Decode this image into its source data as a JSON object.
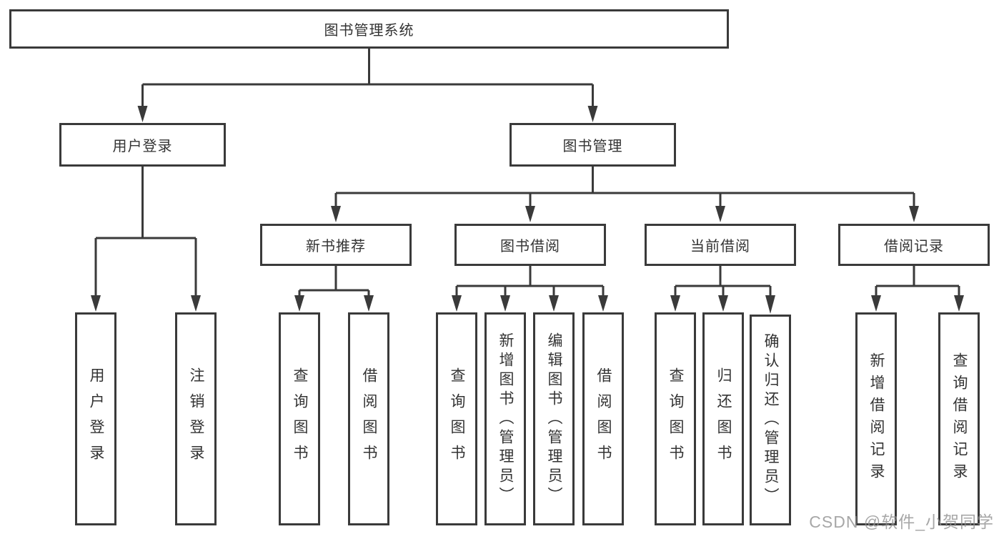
{
  "diagram_title": "图书管理系统",
  "watermark": {
    "text": "CSDN @软件_小贺同学"
  },
  "colors": {
    "line": "#3a3a3a",
    "box_border": "#3a3a3a",
    "box_fill": "#ffffff",
    "text": "#333333",
    "watermark": "#919191",
    "background": "#ffffff"
  },
  "tree": {
    "root": {
      "label": "图书管理系统",
      "children": [
        {
          "label": "用户登录",
          "children": [
            {
              "label": "用户登录"
            },
            {
              "label": "注销登录"
            }
          ]
        },
        {
          "label": "图书管理",
          "children": [
            {
              "label": "新书推荐",
              "children": [
                {
                  "label": "查询图书"
                },
                {
                  "label": "借阅图书"
                }
              ]
            },
            {
              "label": "图书借阅",
              "children": [
                {
                  "label": "查询图书"
                },
                {
                  "label": "新增图书（管理员）"
                },
                {
                  "label": "编辑图书（管理员）"
                },
                {
                  "label": "借阅图书"
                }
              ]
            },
            {
              "label": "当前借阅",
              "children": [
                {
                  "label": "查询图书"
                },
                {
                  "label": "归还图书"
                },
                {
                  "label": "确认归还（管理员）"
                }
              ]
            },
            {
              "label": "借阅记录",
              "children": [
                {
                  "label": "新增借阅记录"
                },
                {
                  "label": "查询借阅记录"
                }
              ]
            }
          ]
        }
      ]
    }
  }
}
